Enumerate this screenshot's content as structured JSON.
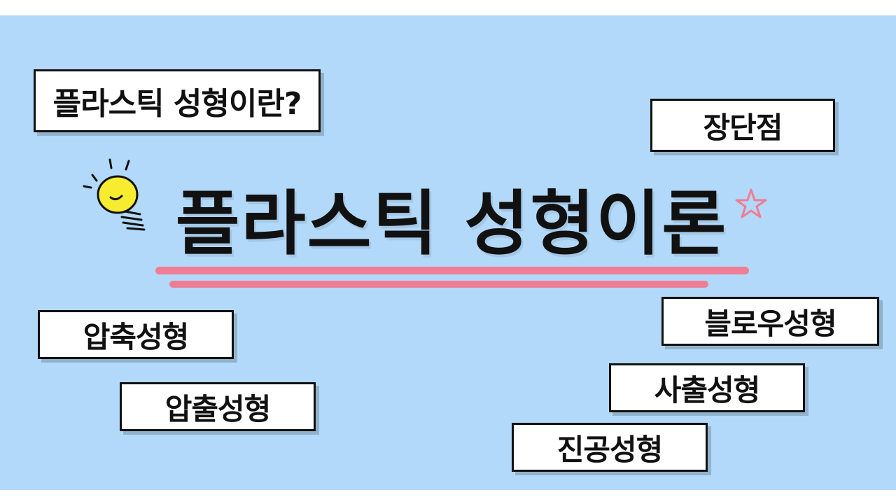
{
  "title": "플라스틱 성형이론",
  "boxes": {
    "intro": "플라스틱 성형이란?",
    "pros_and_cons": "장단점",
    "compression": "압축성형",
    "extrusion": "압출성형",
    "blow": "블로우성형",
    "injection": "사출성형",
    "vacuum": "진공성형"
  },
  "colors": {
    "background": "#b2d9f9",
    "accent": "#ef7d94",
    "bulb": "#f7ec30"
  },
  "icons": {
    "bulb": "lightbulb-icon",
    "star": "star-icon"
  }
}
